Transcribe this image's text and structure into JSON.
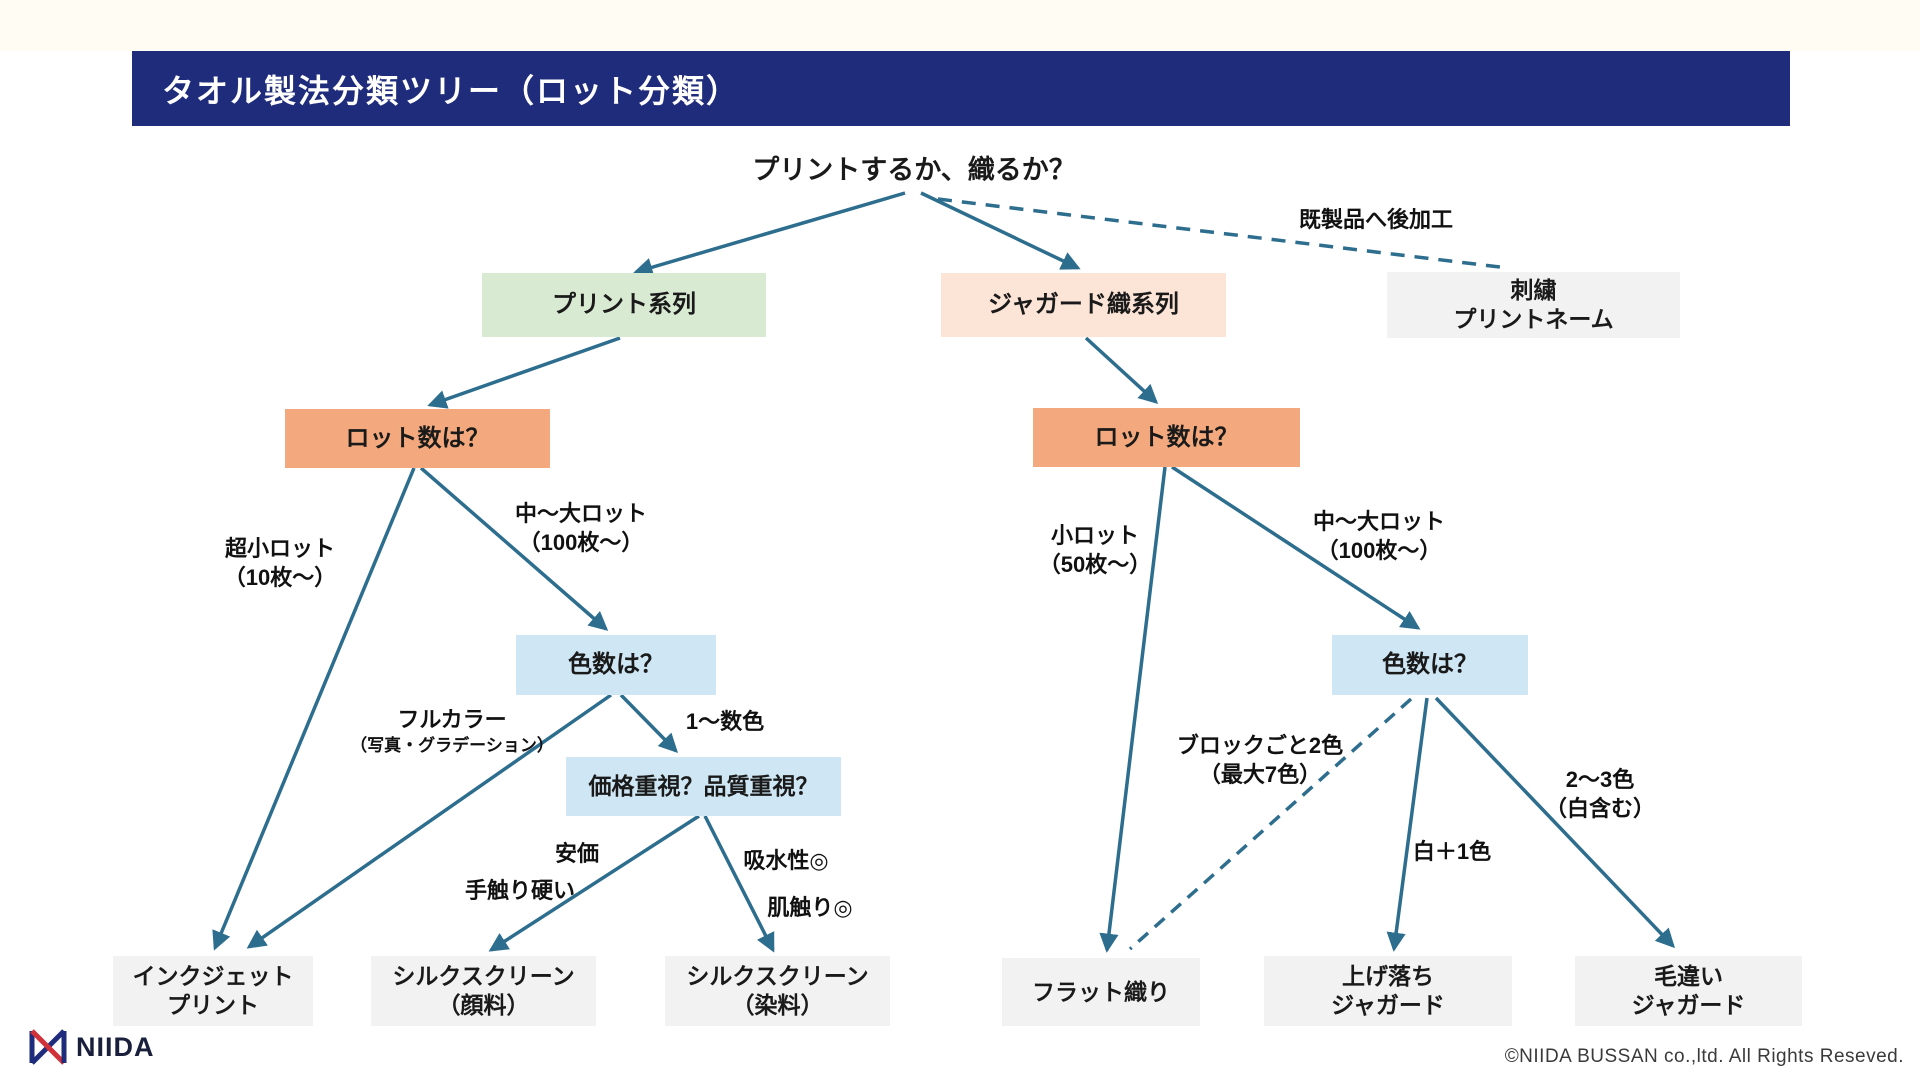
{
  "title_bar": {
    "title": "タオル製法分類ツリー（ロット分類）"
  },
  "tree": {
    "root_question": "プリントするか、織るか？",
    "nodes": {
      "print_series": "プリント系列",
      "jacquard_series": "ジャガード織系列",
      "embroidery": {
        "line1": "刺繍",
        "line2": "プリントネーム"
      },
      "lot_question_left": "ロット数は？",
      "lot_question_right": "ロット数は？",
      "color_question_left": "色数は？",
      "color_question_right": "色数は？",
      "price_quality_question": "価格重視？品質重視？",
      "inkjet_print": {
        "line1": "インクジェット",
        "line2": "プリント"
      },
      "silkscreen_pigment": {
        "line1": "シルクスクリーン",
        "line2": "（顔料）"
      },
      "silkscreen_dye": {
        "line1": "シルクスクリーン",
        "line2": "（染料）"
      },
      "flat_weave": "フラット織り",
      "ageochi_jacquard": {
        "line1": "上げ落ち",
        "line2": "ジャガード"
      },
      "kechigai_jacquard": {
        "line1": "毛違い",
        "line2": "ジャガード"
      }
    },
    "edge_labels": {
      "post_processing": "既製品へ後加工",
      "ultra_small_lot": {
        "line1": "超小ロット",
        "line2": "（10枚〜）"
      },
      "mid_large_lot_left": {
        "line1": "中〜大ロット",
        "line2": "（100枚〜）"
      },
      "full_color": {
        "line1": "フルカラー",
        "line2": "（写真・グラデーション）"
      },
      "one_to_few_colors": "1〜数色",
      "cheap": "安価",
      "rough_touch": "手触り硬い",
      "absorbency": "吸水性◎",
      "soft_touch": "肌触り◎",
      "small_lot": {
        "line1": "小ロット",
        "line2": "（50枚〜）"
      },
      "mid_large_lot_right": {
        "line1": "中〜大ロット",
        "line2": "（100枚〜）"
      },
      "block_two_colors": {
        "line1": "ブロックごと2色",
        "line2": "（最大7色）"
      },
      "white_plus_one": "白＋1色",
      "two_to_three_colors": {
        "line1": "2〜3色",
        "line2": "（白含む）"
      }
    }
  },
  "footer": {
    "brand": "NIIDA",
    "copyright": "©NIIDA BUSSAN co.,ltd. All Rights Reseved."
  },
  "colors": {
    "title_bar_bg": "#1f2c7b",
    "arrow": "#2d6d8e",
    "node_green": "#d9ead3",
    "node_peach": "#fce4d6",
    "node_orange": "#f3a97d",
    "node_blue": "#cfe7f5",
    "node_gray": "#f2f2f2",
    "logo_red": "#d13239",
    "logo_navy": "#1f2c7b"
  }
}
